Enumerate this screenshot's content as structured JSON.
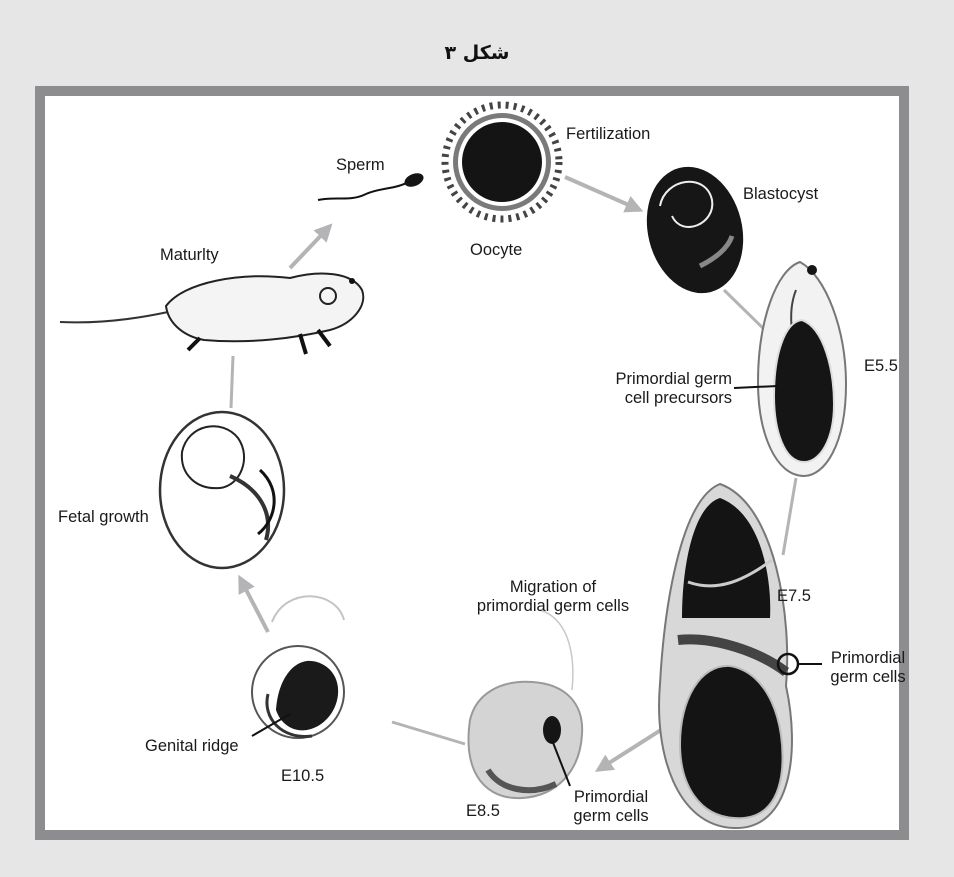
{
  "caption": "شکل ۳",
  "labels": {
    "sperm": "Sperm",
    "fertilization": "Fertilization",
    "oocyte": "Oocyte",
    "blastocyst": "Blastocyst",
    "maturity": "Maturlty",
    "e5_5": "E5.5",
    "pgc_precursors": "Primordial germ\ncell precursors",
    "fetal_growth": "Fetal growth",
    "e7_5": "E7.5",
    "pgc_e7_5": "Primordial\ngerm cells",
    "migration": "Migration of\nprimordial germ cells",
    "genital_ridge": "Genital ridge",
    "e10_5": "E10.5",
    "e8_5": "E8.5",
    "pgc_e8_5": "Primordial\ngerm cells"
  },
  "colors": {
    "background": "#e6e6e7",
    "frame": "#8d8d8f",
    "arrow": "#b4b4b6",
    "tissue_dark": "#151515"
  }
}
